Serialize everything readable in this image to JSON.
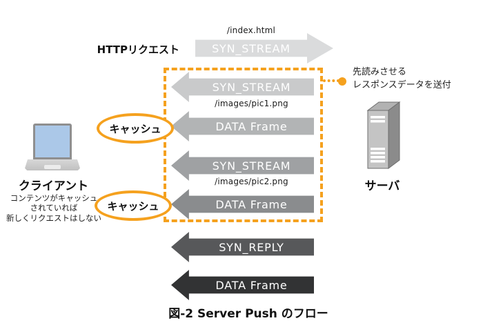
{
  "palette": {
    "accent_orange": "#F5A11E",
    "arrow_label_text": "#FFFFFF"
  },
  "request_flow": {
    "label": "HTTPリクエスト",
    "path": "/index.html",
    "arrow_label": "SYN_STREAM",
    "arrow_color": "#DADBDC"
  },
  "server_push_box": {
    "annotation_line1": "先読みさせる",
    "annotation_line2": "レスポンスデータを送付",
    "flows": {
      "syn_stream_1": {
        "label": "SYN_STREAM",
        "color": "#C9CACB"
      },
      "path_1": "/images/pic1.png",
      "data_frame_1": {
        "label": "DATA Frame",
        "color": "#B2B4B5"
      },
      "syn_stream_2": {
        "label": "SYN_STREAM",
        "color": "#9FA1A3"
      },
      "path_2": "/images/pic2.png",
      "data_frame_2": {
        "label": "DATA Frame",
        "color": "#8A8C8E"
      }
    },
    "cache_badge_1": "キャッシュ",
    "cache_badge_2": "キャッシュ"
  },
  "reply_flows": {
    "syn_reply": {
      "label": "SYN_REPLY",
      "color": "#57585A"
    },
    "data_frame": {
      "label": "DATA Frame",
      "color": "#323334"
    }
  },
  "client": {
    "label": "クライアント",
    "note_line1": "コンテンツがキャッシュ",
    "note_line2": "されていれば",
    "note_line3": "新しくリクエストはしない"
  },
  "server": {
    "label": "サーバ"
  },
  "caption": "図-2 Server Push のフロー"
}
